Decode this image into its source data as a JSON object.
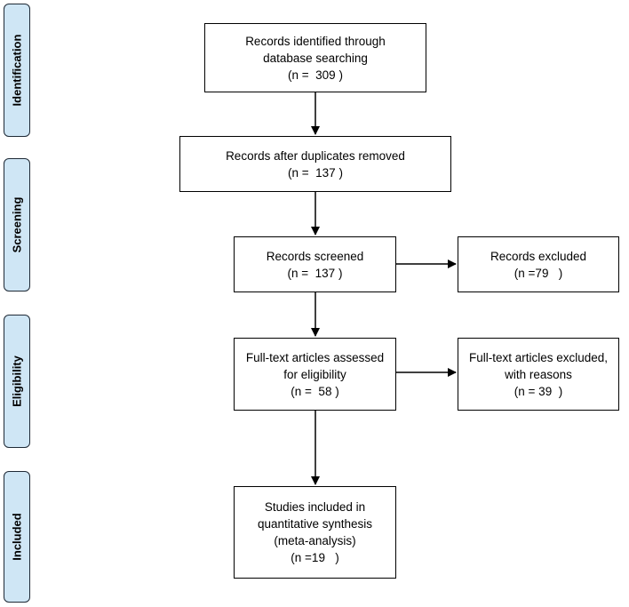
{
  "phases": {
    "identification": "Identification",
    "screening": "Screening",
    "eligibility": "Eligibility",
    "included": "Included"
  },
  "boxes": {
    "identified": {
      "line1": "Records identified through",
      "line2": "database searching",
      "line3": "(n =  309 )"
    },
    "after_duplicates": {
      "line1": "Records after duplicates removed",
      "line2": "(n =  137 )"
    },
    "screened": {
      "line1": "Records screened",
      "line2": "(n =  137 )"
    },
    "excluded": {
      "line1": "Records excluded",
      "line2": "(n =79   )"
    },
    "fulltext_assessed": {
      "line1": "Full-text articles assessed",
      "line2": "for eligibility",
      "line3": "(n =  58 )"
    },
    "fulltext_excluded": {
      "line1": "Full-text articles excluded,",
      "line2": "with reasons",
      "line3": "(n = 39  )"
    },
    "included": {
      "line1": "Studies included in",
      "line2": "quantitative synthesis",
      "line3": "(meta-analysis)",
      "line4": "(n =19   )"
    }
  }
}
